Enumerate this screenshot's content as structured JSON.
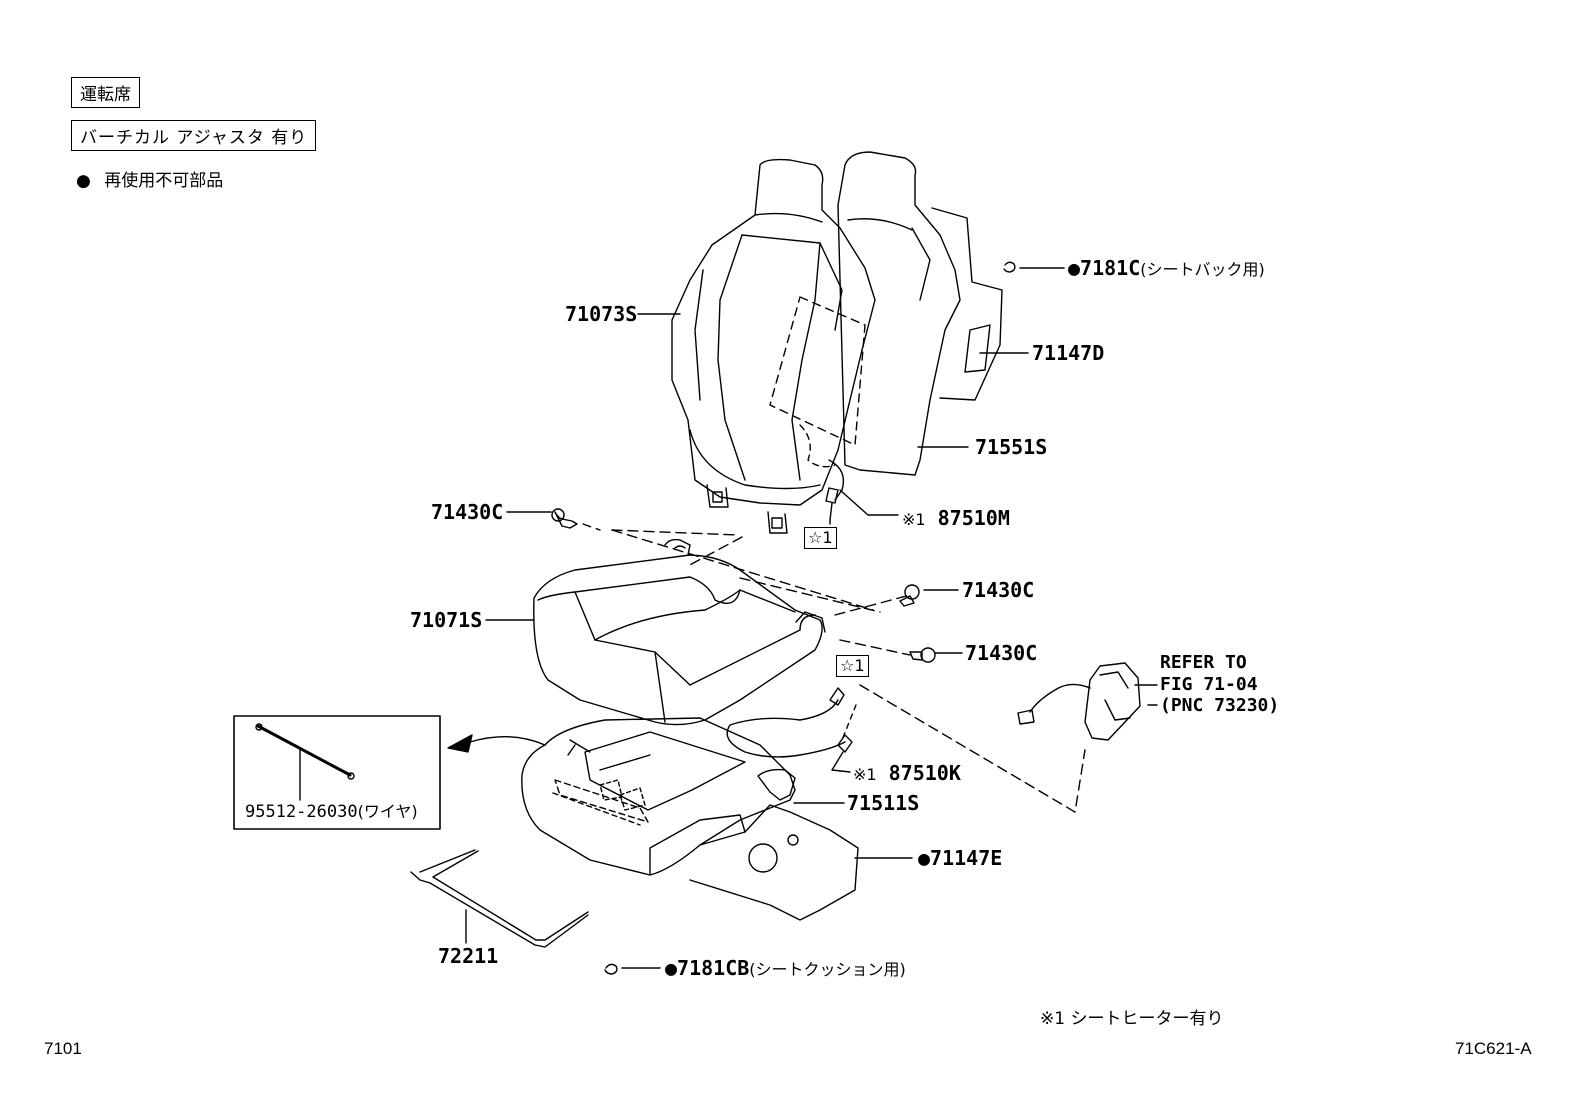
{
  "legend": {
    "driver_seat": "運転席",
    "vertical_adjuster": "バーチカル アジャスタ 有り",
    "non_reusable_mark": "●",
    "non_reusable": "再使用不可部品"
  },
  "parts": {
    "p7181C": {
      "mark": "●",
      "number": "7181C",
      "note": "(シートバック用)"
    },
    "p71073S": "71073S",
    "p71147D": "71147D",
    "p71551S": "71551S",
    "p71430C_left": "71430C",
    "p87510M": {
      "prefix": "※1",
      "number": "87510M"
    },
    "p71071S": "71071S",
    "p71430C_right1": "71430C",
    "p71430C_right2": "71430C",
    "refer": {
      "line1": "REFER TO",
      "line2": "FIG 71-04",
      "line3": "(PNC 73230)"
    },
    "p95512": {
      "number": "95512-26030",
      "note": "(ワイヤ)"
    },
    "p87510K": {
      "prefix": "※1",
      "number": "87510K"
    },
    "p71511S": "71511S",
    "p71147E": {
      "mark": "●",
      "number": "71147E"
    },
    "p72211": "72211",
    "p7181CB": {
      "mark": "●",
      "number": "7181CB",
      "note": "(シートクッション用)"
    }
  },
  "star_ref": "☆1",
  "footnote": "※1 シートヒーター有り",
  "page_code_left": "7101",
  "page_code_right": "71C621-A"
}
